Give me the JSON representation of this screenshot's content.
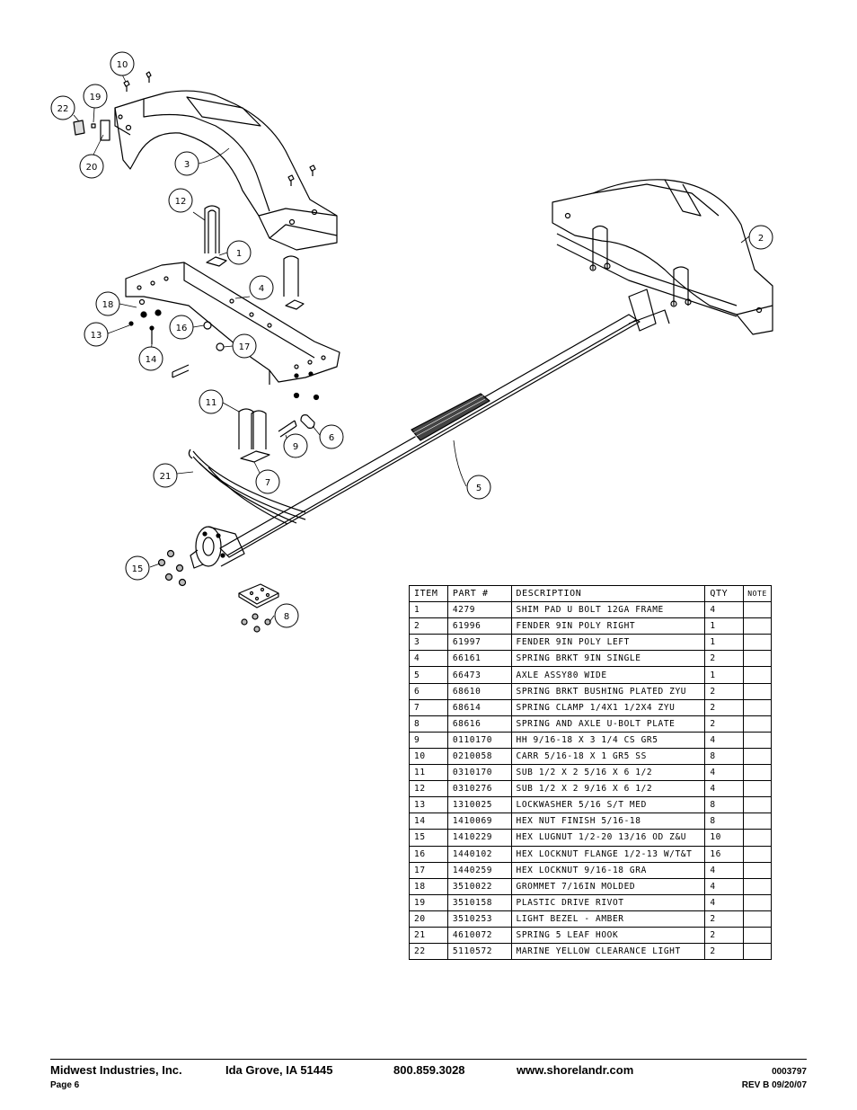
{
  "callouts": [
    "1",
    "2",
    "3",
    "4",
    "5",
    "6",
    "7",
    "8",
    "9",
    "10",
    "11",
    "12",
    "13",
    "14",
    "15",
    "16",
    "17",
    "18",
    "19",
    "20",
    "21",
    "22"
  ],
  "table": {
    "headers": {
      "item": "ITEM",
      "part": "PART #",
      "description": "DESCRIPTION",
      "qty": "QTY",
      "note": "NOTE"
    },
    "rows": [
      {
        "item": "1",
        "part": "4279",
        "description": "SHIM PAD   U BOLT 12GA FRAME",
        "qty": "4",
        "note": ""
      },
      {
        "item": "2",
        "part": "61996",
        "description": "FENDER  9IN POLY RIGHT",
        "qty": "1",
        "note": ""
      },
      {
        "item": "3",
        "part": "61997",
        "description": "FENDER  9IN POLY LEFT",
        "qty": "1",
        "note": ""
      },
      {
        "item": "4",
        "part": "66161",
        "description": "SPRING BRKT   9IN SINGLE",
        "qty": "2",
        "note": ""
      },
      {
        "item": "5",
        "part": "66473",
        "description": "AXLE ASSY80 WIDE",
        "qty": "1",
        "note": ""
      },
      {
        "item": "6",
        "part": "68610",
        "description": "SPRING BRKT BUSHING PLATED ZYU",
        "qty": "2",
        "note": ""
      },
      {
        "item": "7",
        "part": "68614",
        "description": "SPRING CLAMP   1/4X1 1/2X4  ZYU",
        "qty": "2",
        "note": ""
      },
      {
        "item": "8",
        "part": "68616",
        "description": "SPRING AND AXLE U-BOLT PLATE",
        "qty": "2",
        "note": ""
      },
      {
        "item": "9",
        "part": "0110170",
        "description": "HH 9/16-18 X 3 1/4 CS GR5",
        "qty": "4",
        "note": ""
      },
      {
        "item": "10",
        "part": "0210058",
        "description": "CARR 5/16-18 X 1 GR5 SS",
        "qty": "8",
        "note": ""
      },
      {
        "item": "11",
        "part": "0310170",
        "description": "SUB 1/2 X 2 5/16 X 6 1/2",
        "qty": "4",
        "note": ""
      },
      {
        "item": "12",
        "part": "0310276",
        "description": "SUB 1/2 X 2 9/16 X 6 1/2",
        "qty": "4",
        "note": ""
      },
      {
        "item": "13",
        "part": "1310025",
        "description": "LOCKWASHER 5/16 S/T MED",
        "qty": "8",
        "note": ""
      },
      {
        "item": "14",
        "part": "1410069",
        "description": "HEX NUT FINISH 5/16-18",
        "qty": "8",
        "note": ""
      },
      {
        "item": "15",
        "part": "1410229",
        "description": "HEX LUGNUT 1/2-20 13/16 OD Z&U",
        "qty": "10",
        "note": ""
      },
      {
        "item": "16",
        "part": "1440102",
        "description": "HEX LOCKNUT FLANGE 1/2-13 W/T&T",
        "qty": "16",
        "note": ""
      },
      {
        "item": "17",
        "part": "1440259",
        "description": "HEX LOCKNUT 9/16-18 GRA",
        "qty": "4",
        "note": ""
      },
      {
        "item": "18",
        "part": "3510022",
        "description": "GROMMET  7/16IN MOLDED",
        "qty": "4",
        "note": ""
      },
      {
        "item": "19",
        "part": "3510158",
        "description": "PLASTIC DRIVE RIVOT",
        "qty": "4",
        "note": ""
      },
      {
        "item": "20",
        "part": "3510253",
        "description": "LIGHT BEZEL - AMBER",
        "qty": "2",
        "note": ""
      },
      {
        "item": "21",
        "part": "4610072",
        "description": "SPRING  5 LEAF HOOK",
        "qty": "2",
        "note": ""
      },
      {
        "item": "22",
        "part": "5110572",
        "description": "MARINE YELLOW CLEARANCE LIGHT",
        "qty": "2",
        "note": ""
      }
    ]
  },
  "footer": {
    "company": "Midwest Industries, Inc.",
    "city": "Ida Grove, IA  51445",
    "phone": "800.859.3028",
    "website": "www.shorelandr.com",
    "doc_number": "0003797",
    "page": "Page 6",
    "revision": "REV B  09/20/07"
  }
}
